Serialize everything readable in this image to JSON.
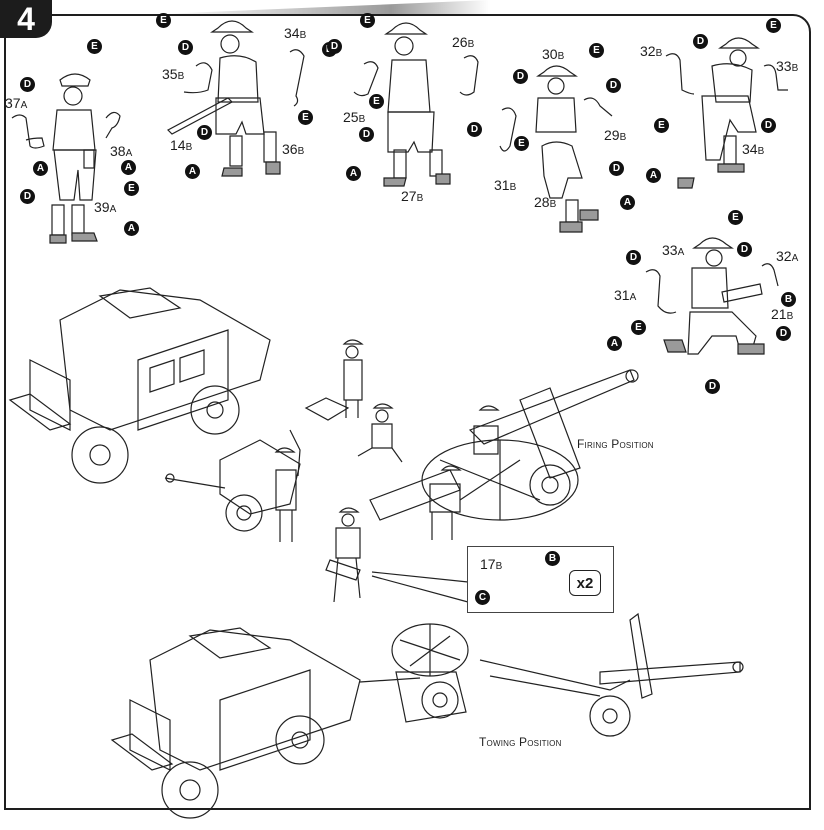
{
  "page": {
    "step_number": "4",
    "colors": {
      "ink": "#1e1e1e",
      "badge_bg": "#1c1c1c",
      "boot_shade": "#9a9a9a"
    }
  },
  "figures": [
    {
      "id": "figure-1",
      "parts": [
        {
          "num": "37",
          "suffix": "A"
        },
        {
          "num": "38",
          "suffix": "A"
        },
        {
          "num": "39",
          "suffix": "A"
        }
      ],
      "color_codes": [
        "E",
        "D",
        "A",
        "A",
        "E",
        "D",
        "A"
      ]
    },
    {
      "id": "figure-2",
      "parts": [
        {
          "num": "34",
          "suffix": "B"
        },
        {
          "num": "35",
          "suffix": "B"
        },
        {
          "num": "14",
          "suffix": "B"
        },
        {
          "num": "36",
          "suffix": "B"
        }
      ],
      "color_codes": [
        "E",
        "D",
        "D",
        "E",
        "D",
        "A"
      ]
    },
    {
      "id": "figure-3",
      "parts": [
        {
          "num": "26",
          "suffix": "B"
        },
        {
          "num": "25",
          "suffix": "B"
        },
        {
          "num": "27",
          "suffix": "B"
        }
      ],
      "color_codes": [
        "E",
        "D",
        "E",
        "D",
        "D",
        "A"
      ]
    },
    {
      "id": "figure-4",
      "parts": [
        {
          "num": "30",
          "suffix": "B"
        },
        {
          "num": "29",
          "suffix": "B"
        },
        {
          "num": "31",
          "suffix": "B"
        },
        {
          "num": "28",
          "suffix": "B"
        }
      ],
      "color_codes": [
        "E",
        "D",
        "D",
        "E",
        "D",
        "A"
      ]
    },
    {
      "id": "figure-5",
      "parts": [
        {
          "num": "32",
          "suffix": "B"
        },
        {
          "num": "33",
          "suffix": "B"
        },
        {
          "num": "34",
          "suffix": "B"
        }
      ],
      "color_codes": [
        "E",
        "D",
        "E",
        "D",
        "A"
      ]
    },
    {
      "id": "figure-6",
      "parts": [
        {
          "num": "33",
          "suffix": "A"
        },
        {
          "num": "32",
          "suffix": "A"
        },
        {
          "num": "31",
          "suffix": "A"
        },
        {
          "num": "21",
          "suffix": "B"
        }
      ],
      "color_codes": [
        "E",
        "D",
        "D",
        "B",
        "E",
        "D",
        "A",
        "D"
      ]
    }
  ],
  "ammo_box_detail": {
    "part": {
      "num": "17",
      "suffix": "B"
    },
    "color_codes": [
      "B",
      "C"
    ],
    "quantity": "x2"
  },
  "captions": {
    "firing_position": "Firing Position",
    "towing_position": "Towing Position"
  }
}
